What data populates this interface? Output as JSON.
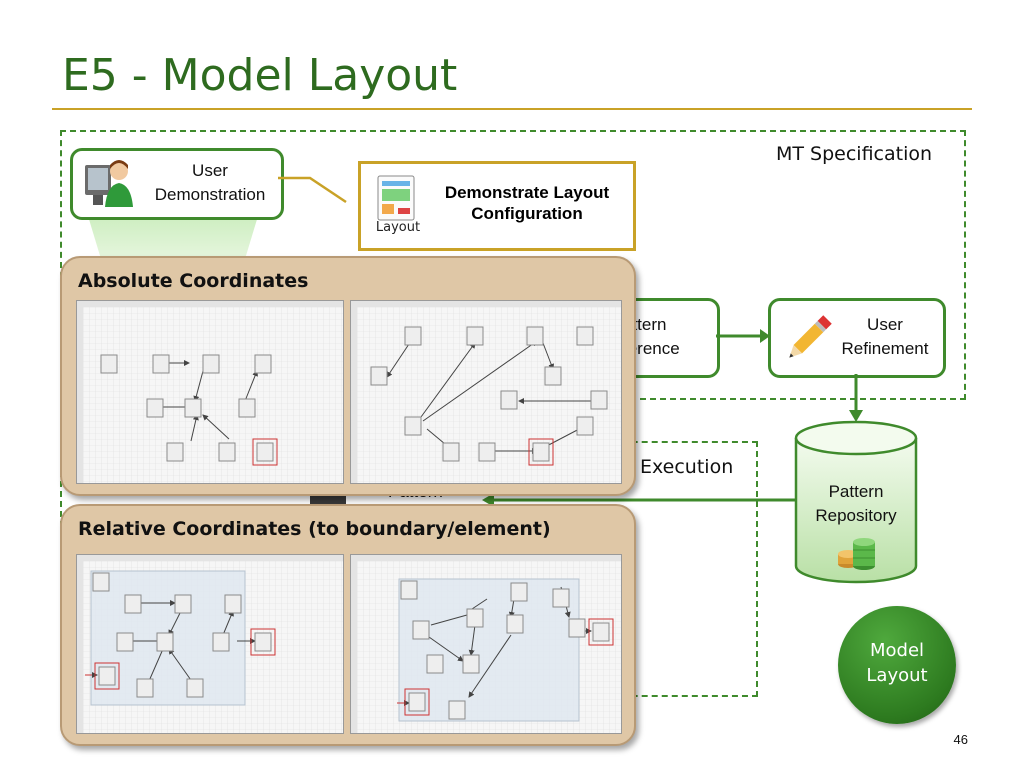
{
  "slide": {
    "title": "E5 - Model Layout",
    "page_number": "46"
  },
  "regions": {
    "mt_specification": "MT Specification",
    "execution": "Execution"
  },
  "boxes": {
    "user_demonstration": [
      "User",
      "Demonstration"
    ],
    "demonstrate_layout": [
      "Demonstrate Layout",
      "Configuration"
    ],
    "layout_icon_label": "Layout",
    "pattern_inference": [
      "attern",
      "ference"
    ],
    "user_refinement": [
      "User",
      "Refinement"
    ],
    "pattern_repository": [
      "Pattern",
      "Repository"
    ],
    "pattern_partial": "Pattern",
    "model_layout": [
      "Model",
      "Layout"
    ]
  },
  "panels": {
    "absolute": "Absolute Coordinates",
    "relative": "Relative Coordinates (to boundary/element)"
  },
  "colors": {
    "title": "#2e6b1f",
    "accent_green": "#3f8a2c",
    "rule": "#c9a227",
    "panel": "#dfc7a6"
  },
  "icons": {
    "user": "user-at-computer-icon",
    "layout": "layout-window-icon",
    "pencil": "pencil-icon",
    "database": "database-stack-icon"
  }
}
